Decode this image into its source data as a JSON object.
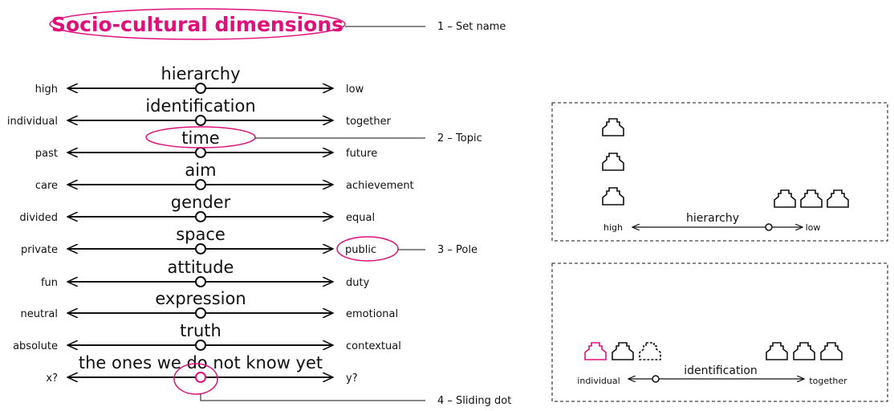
{
  "set_name": "Socio-cultural dimensions",
  "callouts": {
    "set_name": "1 – Set name",
    "topic": "2 – Topic",
    "pole": "3 – Pole",
    "sliding_dot": "4 – Sliding dot"
  },
  "accent_color": "#e0107a",
  "dimensions": [
    {
      "topic": "hierarchy",
      "left": "high",
      "right": "low"
    },
    {
      "topic": "identification",
      "left": "individual",
      "right": "together"
    },
    {
      "topic": "time",
      "left": "past",
      "right": "future"
    },
    {
      "topic": "aim",
      "left": "care",
      "right": "achievement"
    },
    {
      "topic": "gender",
      "left": "divided",
      "right": "equal"
    },
    {
      "topic": "space",
      "left": "private",
      "right": "public"
    },
    {
      "topic": "attitude",
      "left": "fun",
      "right": "duty"
    },
    {
      "topic": "expression",
      "left": "neutral",
      "right": "emotional"
    },
    {
      "topic": "truth",
      "left": "absolute",
      "right": "contextual"
    },
    {
      "topic": "the ones we do not know yet",
      "left": "x?",
      "right": "y?"
    }
  ],
  "example_hierarchy": {
    "topic": "hierarchy",
    "left": "high",
    "right": "low",
    "icon": "person-icon"
  },
  "example_identification": {
    "topic": "identification",
    "left": "individual",
    "right": "together",
    "icon": "person-icon"
  }
}
